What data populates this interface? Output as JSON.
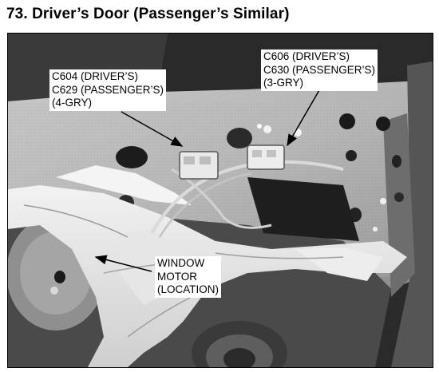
{
  "figure": {
    "title": "73. Driver’s Door (Passenger’s Similar)"
  },
  "callouts": {
    "connector_front": {
      "line1": "C604 (DRIVER’S)",
      "line2": "C629 (PASSENGER’S)",
      "line3": "(4-GRY)"
    },
    "connector_rear": {
      "line1": "C606 (DRIVER’S)",
      "line2": "C630 (PASSENGER’S)",
      "line3": "(3-GRY)"
    },
    "window_motor": {
      "line1": "WINDOW",
      "line2": "MOTOR",
      "line3": "(LOCATION)"
    }
  }
}
